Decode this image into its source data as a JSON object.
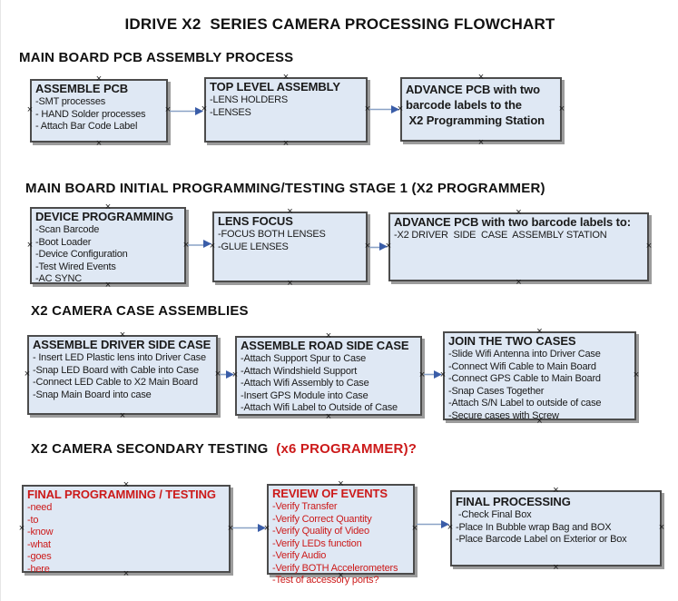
{
  "title": "IDRIVE X2  SERIES CAMERA PROCESSING FLOWCHART",
  "colors": {
    "accent_red": "#cc1a1a",
    "box_fill": "#dfe8f4",
    "box_border": "#4c4c4c",
    "box_shadow": "#9c9c9c",
    "arrow_line": "#8aa2c6",
    "arrow_head": "#3a5da8",
    "text": "#1a1a1a"
  },
  "icons": {
    "connection_point": "x-cross-handle",
    "flow_arrow": "right-arrow"
  },
  "sections": [
    {
      "heading": "MAIN BOARD PCB ASSEMBLY PROCESS",
      "boxes": [
        {
          "title": "ASSEMBLE PCB",
          "lines": [
            "-SMT processes",
            "- HAND Solder processes",
            "- Attach Bar Code Label"
          ]
        },
        {
          "title": "TOP LEVEL ASSEMBLY",
          "lines": [
            "-LENS HOLDERS",
            "-LENSES"
          ]
        },
        {
          "title": "",
          "lines": [
            "ADVANCE PCB with two",
            "barcode labels to the",
            " X2 Programming Station"
          ]
        }
      ]
    },
    {
      "heading": "MAIN BOARD INITIAL PROGRAMMING/TESTING STAGE 1 (X2 PROGRAMMER)",
      "boxes": [
        {
          "title": "DEVICE PROGRAMMING",
          "lines": [
            "-Scan Barcode",
            "-Boot Loader",
            "-Device Configuration",
            "-Test Wired Events",
            "-AC SYNC"
          ]
        },
        {
          "title": "LENS FOCUS",
          "lines": [
            "-FOCUS BOTH LENSES",
            "-GLUE LENSES"
          ]
        },
        {
          "title": "ADVANCE PCB with two barcode labels to:",
          "lines": [
            "-X2 DRIVER  SIDE  CASE  ASSEMBLY STATION"
          ]
        }
      ]
    },
    {
      "heading": "X2 CAMERA CASE ASSEMBLIES",
      "boxes": [
        {
          "title": "ASSEMBLE DRIVER SIDE CASE",
          "lines": [
            "- Insert LED Plastic lens into Driver Case",
            "-Snap LED Board with Cable into Case",
            "-Connect LED Cable to X2 Main Board",
            "-Snap Main Board into case"
          ]
        },
        {
          "title": "ASSEMBLE ROAD SIDE CASE",
          "lines": [
            "-Attach Support Spur to Case",
            "-Attach Windshield Support",
            "-Attach Wifi Assembly to Case",
            "-Insert GPS Module into Case",
            "-Attach Wifi Label to Outside of Case"
          ]
        },
        {
          "title": "JOIN THE TWO CASES",
          "lines": [
            "-Slide Wifi Antenna into Driver Case",
            "-Connect Wifi Cable to Main Board",
            "-Connect GPS Cable to Main Board",
            "-Snap Cases Together",
            "-Attach S/N Label to outside of case",
            "-Secure cases with Screw"
          ]
        }
      ]
    },
    {
      "heading": "X2 CAMERA SECONDARY TESTING",
      "heading_red": "  (x6 PROGRAMMER)?",
      "boxes": [
        {
          "title": "FINAL PROGRAMMING / TESTING",
          "lines": [
            "-need",
            "-to",
            "-know",
            "-what",
            "-goes",
            "-here"
          ]
        },
        {
          "title": "REVIEW OF EVENTS",
          "lines": [
            "-Verify Transfer",
            "-Verify Correct Quantity",
            "-Verify Quality of Video",
            "-Verify LEDs function",
            "-Verify Audio",
            "-Verify BOTH Accelerometers",
            "-Test of accessory ports?"
          ]
        },
        {
          "title": "FINAL PROCESSING",
          "lines": [
            " -Check Final Box",
            "-Place In Bubble wrap Bag and BOX",
            "-Place Barcode Label on Exterior or Box"
          ]
        }
      ]
    }
  ]
}
